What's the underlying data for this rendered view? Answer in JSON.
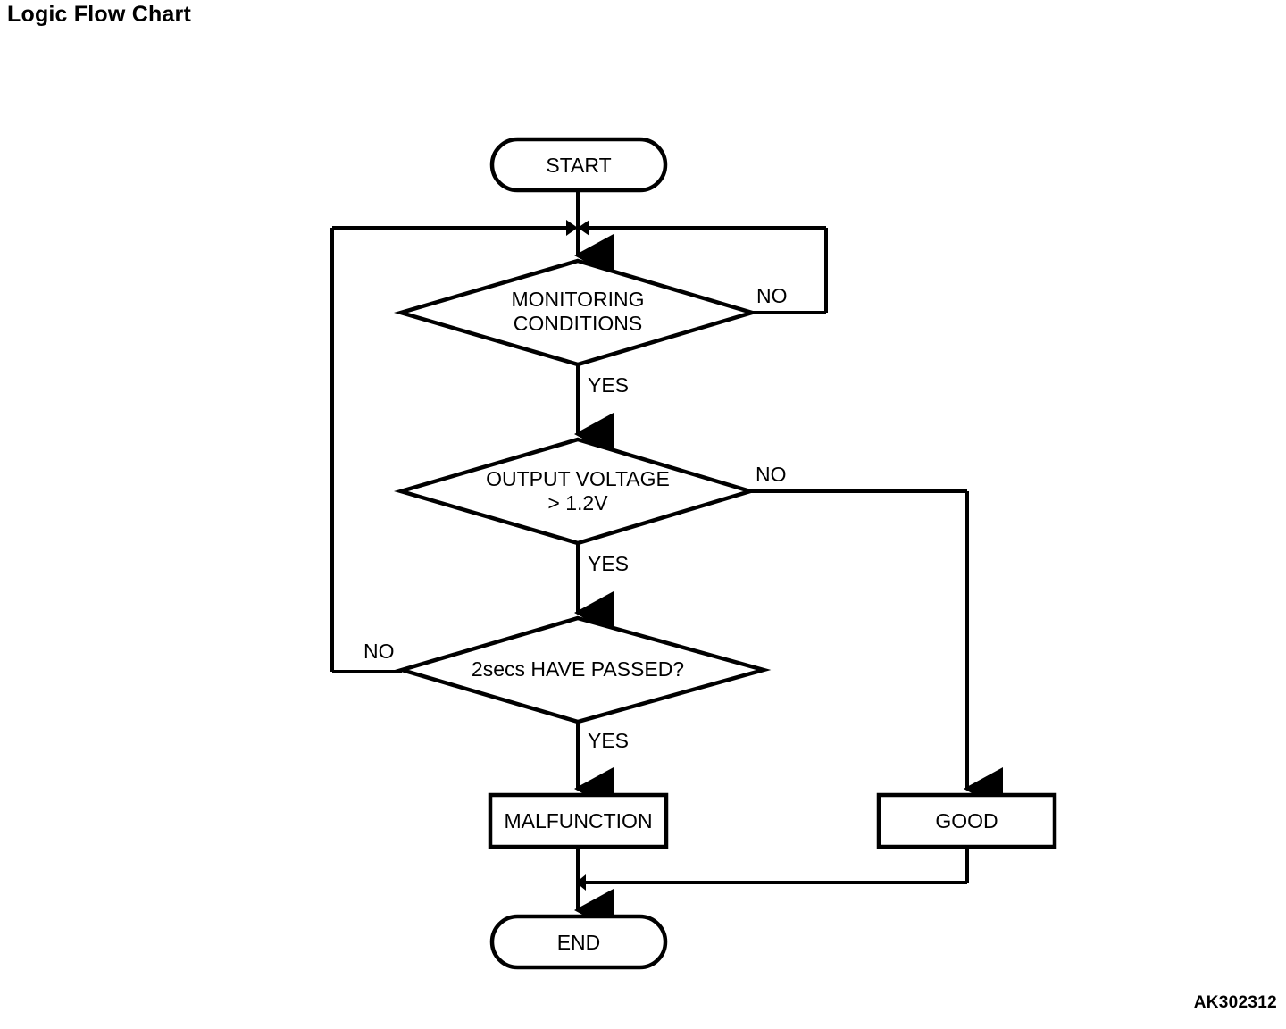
{
  "page": {
    "title": "Logic Flow Chart",
    "figure_code": "AK302312",
    "background_color": "#ffffff",
    "stroke_color": "#000000"
  },
  "chart_data": {
    "type": "diagram",
    "diagram_kind": "flowchart",
    "title": "Logic Flow Chart",
    "nodes": [
      {
        "id": "start",
        "shape": "terminator",
        "label": "START"
      },
      {
        "id": "monitoring",
        "shape": "decision",
        "label_line1": "MONITORING",
        "label_line2": "CONDITIONS"
      },
      {
        "id": "voltage",
        "shape": "decision",
        "label_line1": "OUTPUT VOLTAGE",
        "label_line2": "> 1.2V"
      },
      {
        "id": "timer",
        "shape": "decision",
        "label_line1": "2secs HAVE PASSED?",
        "label_line2": ""
      },
      {
        "id": "malfunction",
        "shape": "process",
        "label": "MALFUNCTION"
      },
      {
        "id": "good",
        "shape": "process",
        "label": "GOOD"
      },
      {
        "id": "end",
        "shape": "terminator",
        "label": "END"
      }
    ],
    "edges": [
      {
        "from": "start",
        "to": "monitoring",
        "label": ""
      },
      {
        "from": "monitoring",
        "to": "monitoring",
        "label": "NO"
      },
      {
        "from": "monitoring",
        "to": "voltage",
        "label": "YES"
      },
      {
        "from": "voltage",
        "to": "good",
        "label": "NO"
      },
      {
        "from": "voltage",
        "to": "timer",
        "label": "YES"
      },
      {
        "from": "timer",
        "to": "monitoring",
        "label": "NO"
      },
      {
        "from": "timer",
        "to": "malfunction",
        "label": "YES"
      },
      {
        "from": "malfunction",
        "to": "end",
        "label": ""
      },
      {
        "from": "good",
        "to": "end",
        "label": ""
      }
    ]
  },
  "nodes": {
    "start": {
      "label": "START"
    },
    "monitoring": {
      "line1": "MONITORING",
      "line2": "CONDITIONS"
    },
    "voltage": {
      "line1": "OUTPUT VOLTAGE",
      "line2": "> 1.2V"
    },
    "timer": {
      "line1": "2secs HAVE PASSED?"
    },
    "malfunction": {
      "label": "MALFUNCTION"
    },
    "good": {
      "label": "GOOD"
    },
    "end": {
      "label": "END"
    }
  },
  "edge_labels": {
    "monitoring_no": "NO",
    "monitoring_yes": "YES",
    "voltage_no": "NO",
    "voltage_yes": "YES",
    "timer_no": "NO",
    "timer_yes": "YES"
  }
}
